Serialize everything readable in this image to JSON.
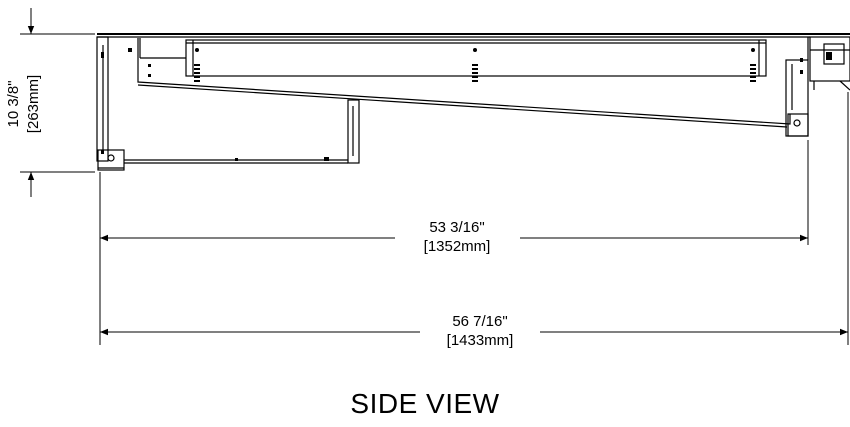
{
  "title": "SIDE VIEW",
  "dimensions": {
    "height": {
      "imperial": "10 3/8\"",
      "metric": "263mm"
    },
    "inner_width": {
      "imperial": "53 3/16\"",
      "metric": "1352mm"
    },
    "overall_width": {
      "imperial": "56 7/16\"",
      "metric": "1433mm"
    }
  }
}
